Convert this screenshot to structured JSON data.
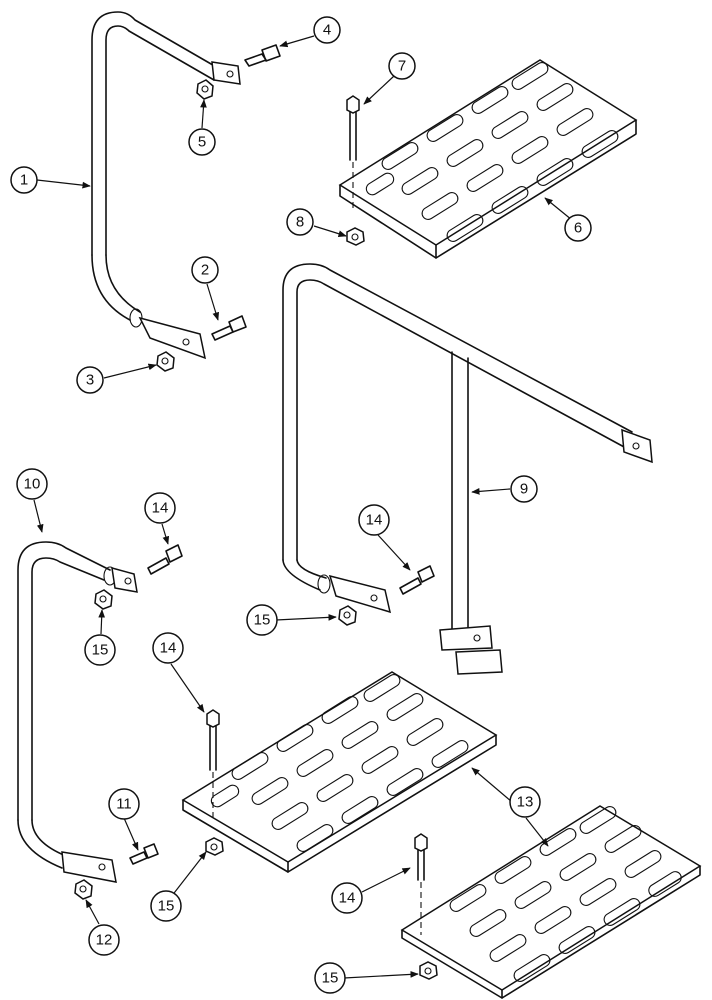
{
  "callouts": [
    {
      "id": "c1",
      "label": "1"
    },
    {
      "id": "c2",
      "label": "2"
    },
    {
      "id": "c3",
      "label": "3"
    },
    {
      "id": "c4",
      "label": "4"
    },
    {
      "id": "c5",
      "label": "5"
    },
    {
      "id": "c6",
      "label": "6"
    },
    {
      "id": "c7",
      "label": "7"
    },
    {
      "id": "c8",
      "label": "8"
    },
    {
      "id": "c9",
      "label": "9"
    },
    {
      "id": "c10",
      "label": "10"
    },
    {
      "id": "c11",
      "label": "11"
    },
    {
      "id": "c12",
      "label": "12"
    },
    {
      "id": "c13",
      "label": "13"
    },
    {
      "id": "c14a",
      "label": "14"
    },
    {
      "id": "c14b",
      "label": "14"
    },
    {
      "id": "c14c",
      "label": "14"
    },
    {
      "id": "c14d",
      "label": "14"
    },
    {
      "id": "c15a",
      "label": "15"
    },
    {
      "id": "c15b",
      "label": "15"
    },
    {
      "id": "c15c",
      "label": "15"
    },
    {
      "id": "c15d",
      "label": "15"
    }
  ],
  "colors": {
    "line": "#111111",
    "background": "#ffffff"
  }
}
